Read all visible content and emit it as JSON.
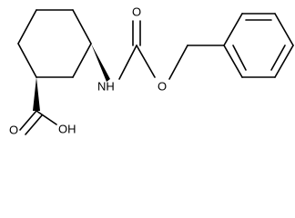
{
  "molecule": {
    "atoms": {
      "nh": "NH",
      "carbonyl_o": "O",
      "ester_o": "O",
      "acid_o": "O",
      "oh": "OH"
    }
  },
  "colors": {
    "bond": "#000000",
    "text": "#000000",
    "background": "#ffffff"
  }
}
